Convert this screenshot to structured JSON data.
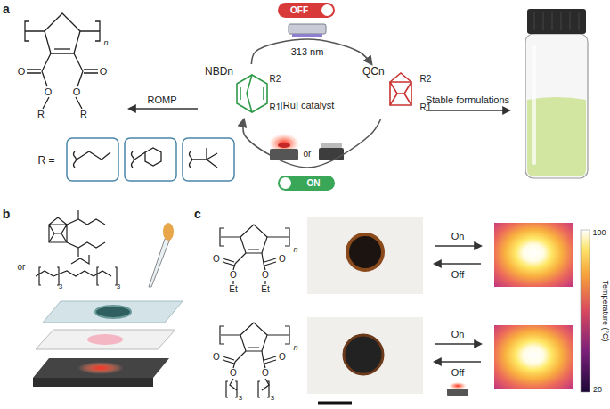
{
  "diagram": {
    "nodes": [
      {
        "text": [
          "OFF"
        ]
      },
      {
        "text": [
          "NBDn"
        ]
      },
      {
        "text": [
          "QCn"
        ]
      },
      {
        "text": [
          "ON"
        ]
      }
    ],
    "edges": [
      {
        "from": 1,
        "to": 2,
        "arrow": "to",
        "label": "313 nm"
      },
      {
        "from": 2,
        "to": 1,
        "arrow": "to",
        "label": "[Ru] catalyst"
      }
    ],
    "labels": [
      "a",
      "n",
      "O",
      "O",
      "R",
      "O",
      "O",
      "R",
      "R =",
      "ROMP",
      "R2",
      "R1",
      "R2",
      "R1",
      "or",
      "Stable formulations",
      "b",
      "or",
      "3",
      "3",
      "c",
      "n",
      "O",
      "O",
      "Et",
      "O",
      "O",
      "Et",
      "n",
      "O",
      "O",
      "O",
      "O",
      "3",
      "3",
      "On",
      "Off",
      "On",
      "Off",
      "100",
      "20",
      "Temperature (°C)"
    ]
  }
}
